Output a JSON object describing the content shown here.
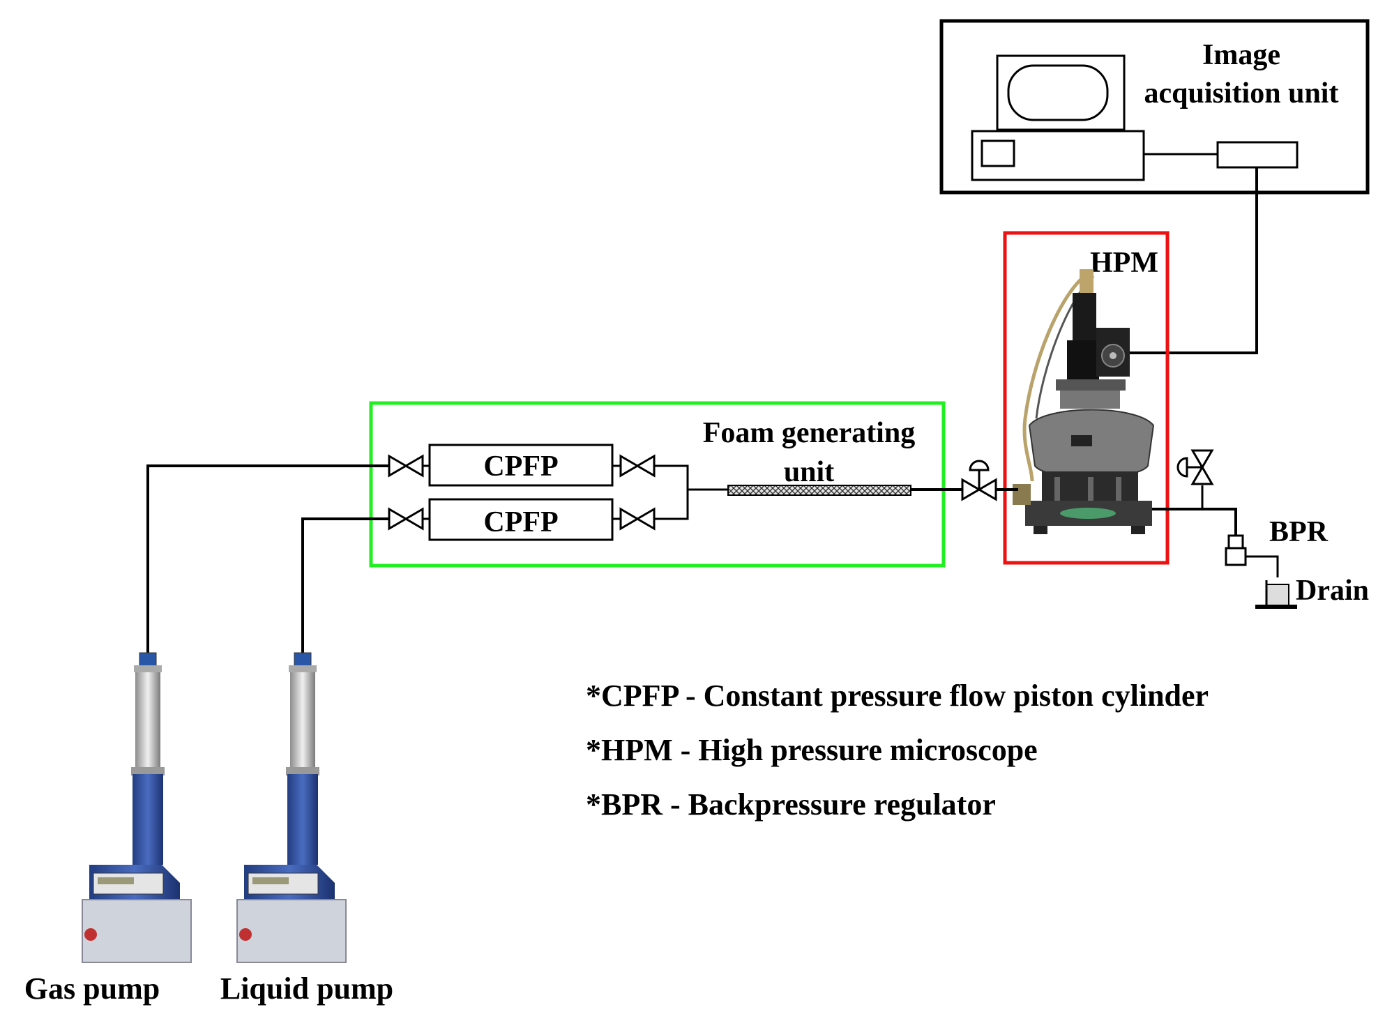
{
  "diagram": {
    "image_acquisition_label_line1": "Image",
    "image_acquisition_label_line2": "acquisition unit",
    "hpm_label": "HPM",
    "foam_unit_label_line1": "Foam generating",
    "foam_unit_label_line2": "unit",
    "cpfp_top_label": "CPFP",
    "cpfp_bottom_label": "CPFP",
    "bpr_label": "BPR",
    "drain_label": "Drain",
    "gas_pump_label": "Gas pump",
    "liquid_pump_label": "Liquid pump",
    "legend": [
      "*CPFP - Constant pressure flow piston cylinder",
      "*HPM - High pressure microscope",
      "*BPR - Backpressure regulator"
    ],
    "colors": {
      "foam_unit_border": "#22ee22",
      "hpm_border": "#ee1111",
      "pump_blue": "#2e4f9c",
      "pump_base": "#cfd3dc"
    },
    "icons": [
      "computer-icon",
      "microscope-icon",
      "pump-icon",
      "valve-icon",
      "regulator-icon",
      "drain-icon"
    ]
  }
}
